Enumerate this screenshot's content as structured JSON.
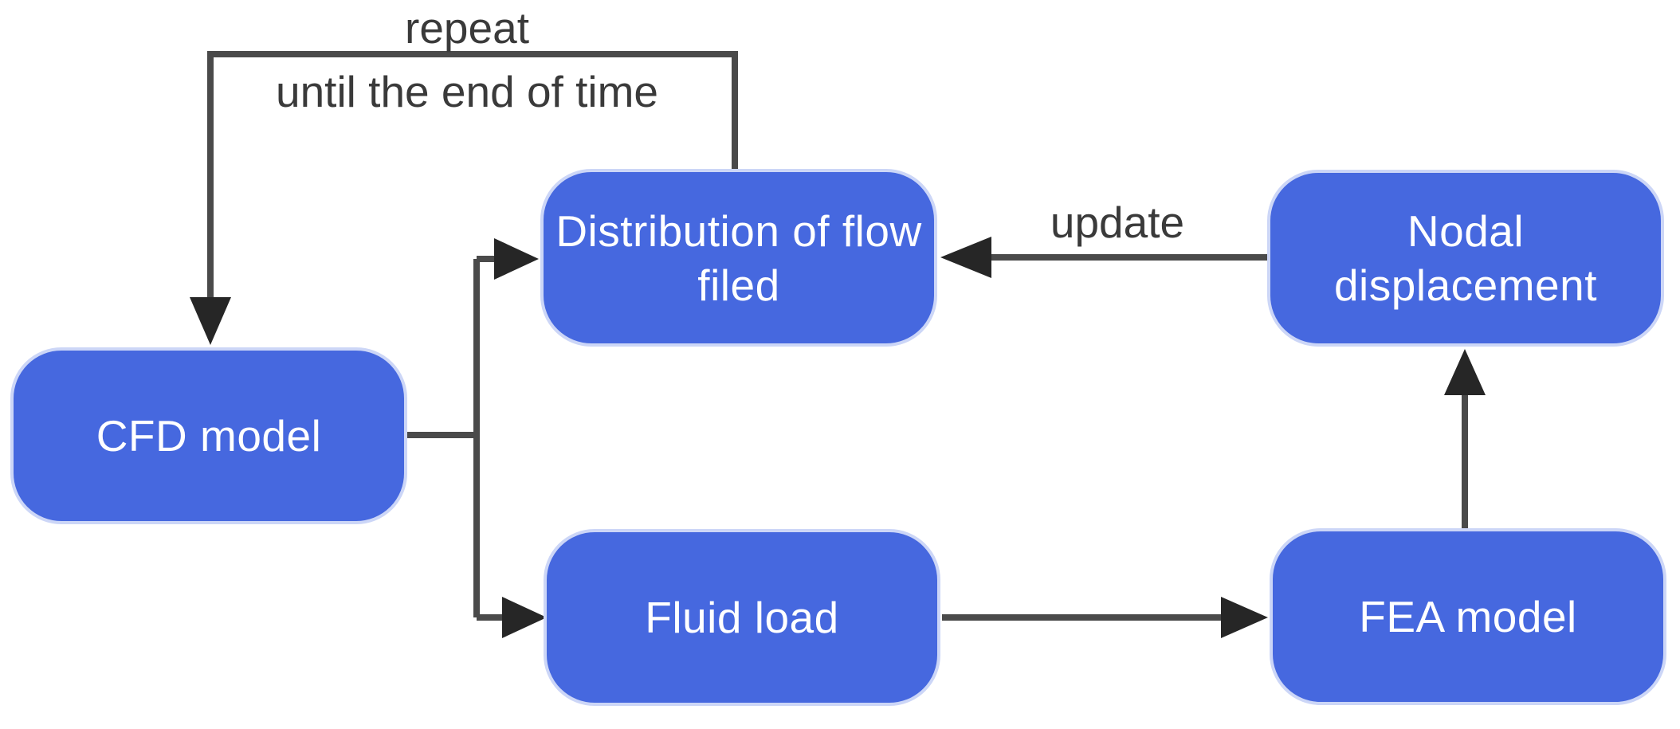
{
  "diagram": {
    "type": "flowchart",
    "nodes": {
      "cfd": {
        "label": "CFD model"
      },
      "distribution": {
        "label": "Distribution of flow filed"
      },
      "fluid": {
        "label": "Fluid load"
      },
      "nodal": {
        "label": "Nodal displacement"
      },
      "fea": {
        "label": "FEA model"
      }
    },
    "edge_labels": {
      "repeat": "repeat",
      "until": "until the end of time",
      "update": "update"
    },
    "edges": [
      {
        "from": "cfd",
        "to": "distribution",
        "label": ""
      },
      {
        "from": "cfd",
        "to": "fluid",
        "label": ""
      },
      {
        "from": "fluid",
        "to": "fea",
        "label": ""
      },
      {
        "from": "fea",
        "to": "nodal",
        "label": ""
      },
      {
        "from": "nodal",
        "to": "distribution",
        "label": "update"
      },
      {
        "from": "distribution",
        "to": "cfd",
        "label": "repeat until the end of time"
      }
    ],
    "colors": {
      "node_fill": "#4668df",
      "node_border": "#ccd6f7",
      "node_text": "#ffffff",
      "line_color": "#4a4a4a",
      "arrow_color": "#262626",
      "label_color": "#3a3a3a",
      "bg": "#ffffff"
    }
  }
}
